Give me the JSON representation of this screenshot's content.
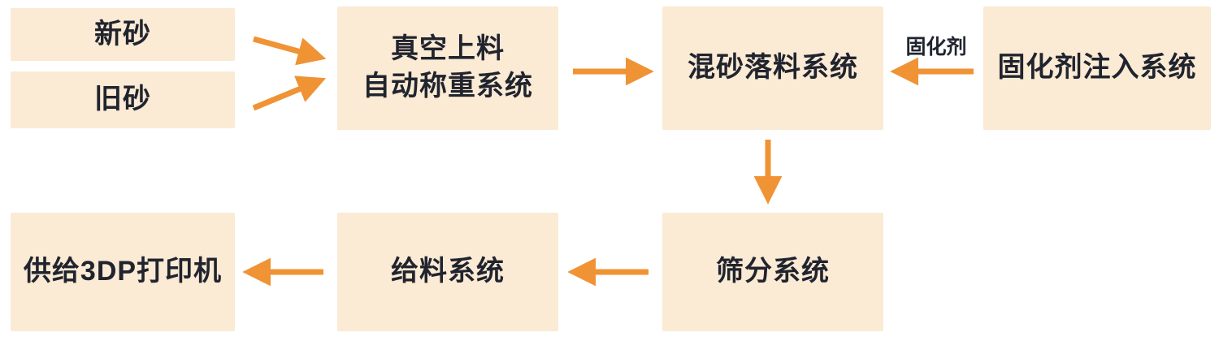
{
  "colors": {
    "box_bg": "#fbead4",
    "arrow": "#ef9335",
    "text": "#20242e"
  },
  "nodes": {
    "new_sand": "新砂",
    "old_sand": "旧砂",
    "vacuum_line1": "真空上料",
    "vacuum_line2": "自动称重系统",
    "mixing": "混砂落料系统",
    "curing_injection": "固化剂注入系统",
    "screening": "筛分系统",
    "feeding": "给料系统",
    "printer_supply": "供给3DP打印机"
  },
  "labels": {
    "curing_agent": "固化剂"
  }
}
